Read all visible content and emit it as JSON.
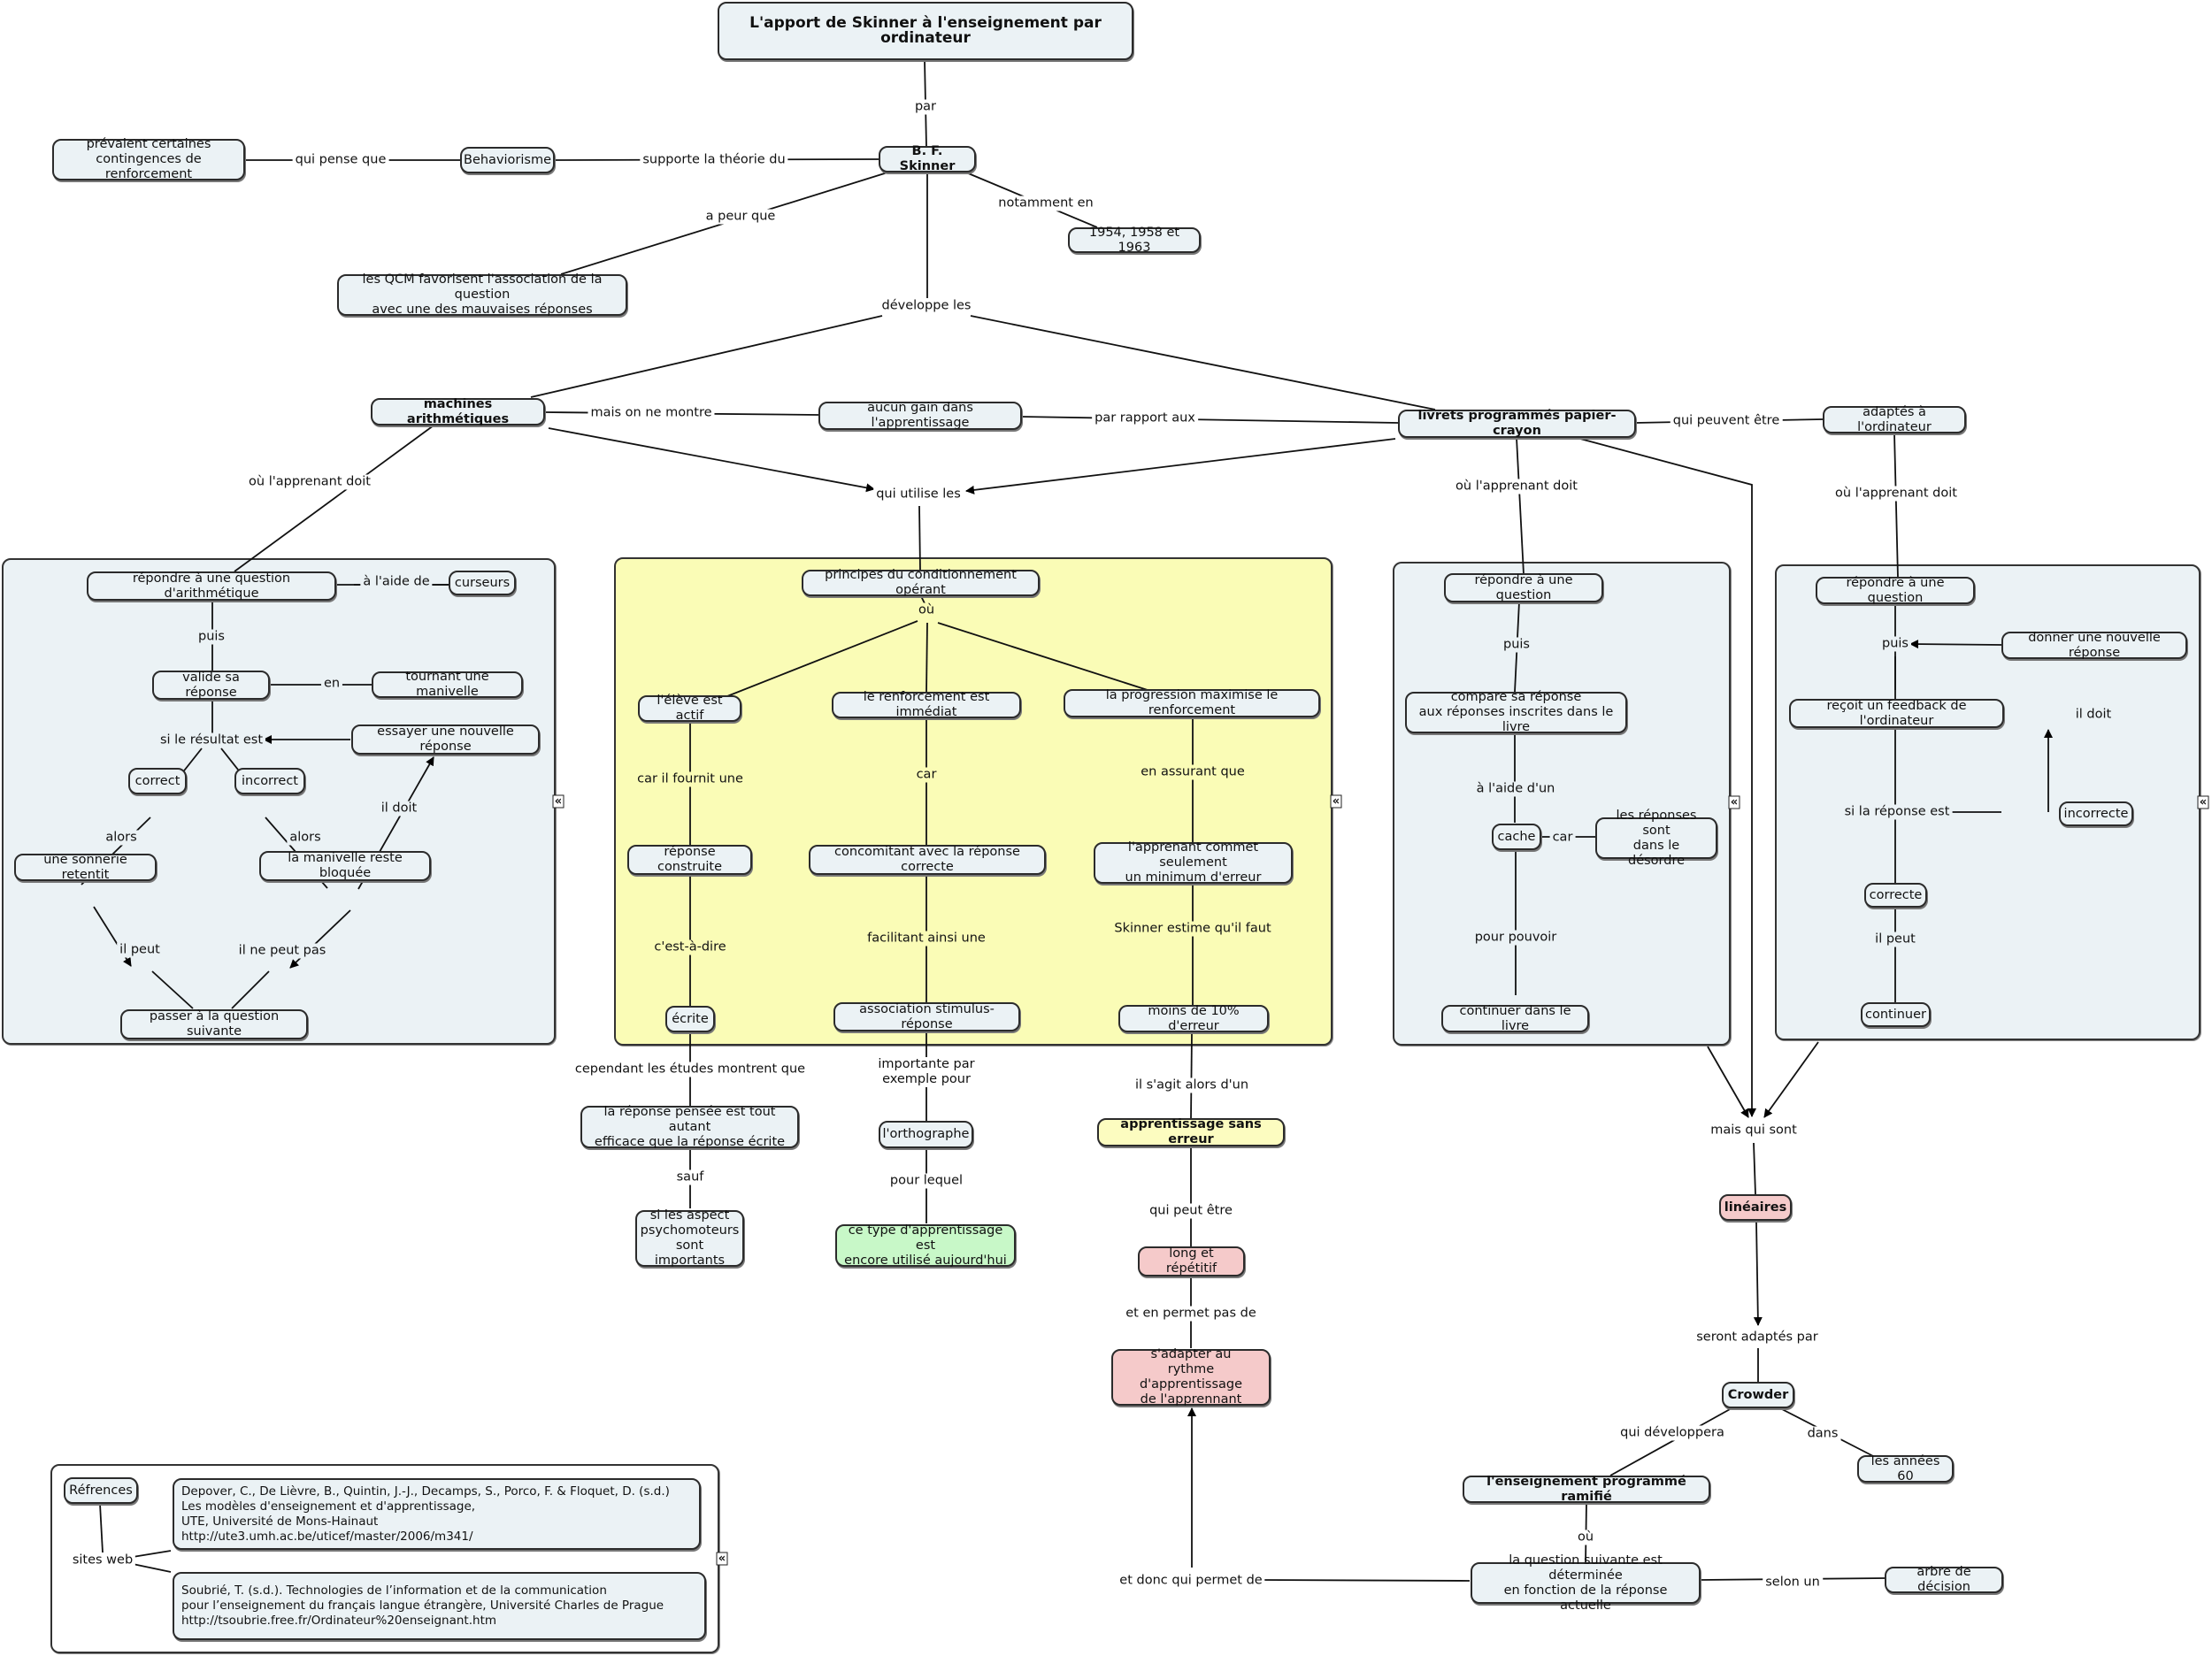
{
  "title": "L'apport de Skinner à l'enseignement par ordinateur",
  "nodes": {
    "skinner": "B. F. Skinner",
    "behaviorisme": "Behaviorisme",
    "prevalent": "prévalent certaines\ncontingences de renforcement",
    "years": "1954, 1958 et 1963",
    "qcm": "les QCM favorisent l'association de la question\navec une des mauvaises réponses",
    "machines": "machines arithmétiques",
    "aucun_gain": "aucun gain dans l'apprentissage",
    "livrets": "livrets programmés papier-crayon",
    "adaptes": "adaptés à l'ordinateur",
    "m_repondre": "répondre à une question d'arithmétique",
    "m_curseurs": "curseurs",
    "m_valide": "valide sa réponse",
    "m_manivelle": "tournant une manivelle",
    "m_essayer": "essayer une nouvelle réponse",
    "m_correct": "correct",
    "m_incorrect": "incorrect",
    "m_sonnerie": "une sonnerie retentit",
    "m_bloquee": "la manivelle reste bloquée",
    "m_passer": "passer à la question suivante",
    "p_principes": "principes du conditionnement opérant",
    "p_actif": "l'élève est actif",
    "p_immediat": "le renforcement est immédiat",
    "p_progression": "la progression maximise le renforcement",
    "p_construite": "réponse construite",
    "p_concomitant": "concomitant avec la réponse correcte",
    "p_minimum": "l'apprenant commet seulement\nun minimum d'erreur",
    "p_ecrite": "écrite",
    "p_association": "association stimulus-réponse",
    "p_moins10": "moins de 10% d'erreur",
    "b_pensee": "la réponse pensée est tout autant\nefficace que la réponse écrite",
    "b_psycho": "si les aspect\npsychomoteurs\nsont importants",
    "b_orthographe": "l'orthographe",
    "b_cetype": "ce type d'apprentissage est\nencore utilisé aujourd'hui",
    "b_sanserreur": "apprentissage sans erreur",
    "b_long": "long et répétitif",
    "b_sadapter": "s'adapter au\nrythme d'apprentissage\nde l'apprennant",
    "l_repondre": "répondre à une question",
    "l_compare": "compare sa réponse\naux réponses inscrites dans le livre",
    "l_cache": "cache",
    "l_desordre": "les réponses sont\ndans le désordre",
    "l_continuer": "continuer dans le livre",
    "o_repondre": "répondre à une question",
    "o_donner": "donner une nouvelle réponse",
    "o_feedback": "reçoit un feedback de l'ordinateur",
    "o_incorrecte": "incorrecte",
    "o_correcte": "correcte",
    "o_continuer": "continuer",
    "lineaires": "linéaires",
    "crowder": "Crowder",
    "ramifie": "l'enseignement programmé ramifié",
    "annees60": "les années 60",
    "question_suivante": "la question suivante est déterminée\nen fonction de la réponse actuelle",
    "arbre": "arbre de décision",
    "refs": "Réfrences",
    "ref1": "Depover, C., De Lièvre, B., Quintin, J.-J., Decamps, S., Porco, F. & Floquet, D. (s.d.)\nLes modèles d'enseignement et d'apprentissage,\nUTE, Université de Mons-Hainaut\nhttp://ute3.umh.ac.be/uticef/master/2006/m341/",
    "ref2": "Soubrié, T. (s.d.). Technologies de l’information et de la communication\npour l’enseignement du français langue étrangère, Université Charles de Prague\nhttp://tsoubrie.free.fr/Ordinateur%20enseignant.htm"
  },
  "links": {
    "par": "par",
    "supporte": "supporte la théorie du",
    "qui_pense": "qui pense que",
    "a_peur": "a peur que",
    "notamment": "notamment en",
    "developpe": "développe les",
    "mais_on_ne_montre": "mais on ne montre",
    "par_rapport": "par rapport aux",
    "qui_peuvent": "qui peuvent être",
    "qui_utilise": "qui utilise les",
    "ou_apprenant_1": "où l'apprenant doit",
    "ou_apprenant_2": "où l'apprenant doit",
    "ou_apprenant_3": "où l'apprenant doit",
    "m_aide": "à l'aide de",
    "m_puis": "puis",
    "m_en": "en",
    "m_si": "si le résultat est",
    "m_alors1": "alors",
    "m_alors2": "alors",
    "m_ildoit": "il doit",
    "m_ilpeut": "il peut",
    "m_ilnepeut": "il ne peut pas",
    "p_ou": "où",
    "p_car1": "car il fournit une",
    "p_car2": "car",
    "p_assurant": "en assurant que",
    "p_cestadire": "c'est-à-dire",
    "p_facilitant": "facilitant ainsi une",
    "p_estime": "Skinner estime qu'il faut",
    "b_cependant": "cependant les études montrent que",
    "b_sauf": "sauf",
    "b_importante": "importante par\nexemple pour",
    "b_pourlequel": "pour lequel",
    "b_sagit": "il s'agit alors d'un",
    "b_quipeut": "qui peut être",
    "b_enpermet": "et en permet pas de",
    "b_etdonc": "et donc qui permet de",
    "l_puis": "puis",
    "l_aide": "à l'aide d'un",
    "l_car": "car",
    "l_pourpouvoir": "pour pouvoir",
    "o_puis": "puis",
    "o_ildoit": "il doit",
    "o_si": "si la réponse est",
    "o_ilpeut": "il peut",
    "mais_qui_sont": "mais qui sont",
    "seront": "seront adaptés par",
    "qui_developpera": "qui développera",
    "dans": "dans",
    "ou_final": "où",
    "selon": "selon un",
    "sites_web": "sites web"
  },
  "collapse_icon": "«",
  "colors": {
    "node_default": "#ebf2f5",
    "node_yellow": "#fcfcc0",
    "node_pink": "#f5caca",
    "node_green": "#c8f8c8",
    "panel_yellow": "#fafcb6"
  }
}
